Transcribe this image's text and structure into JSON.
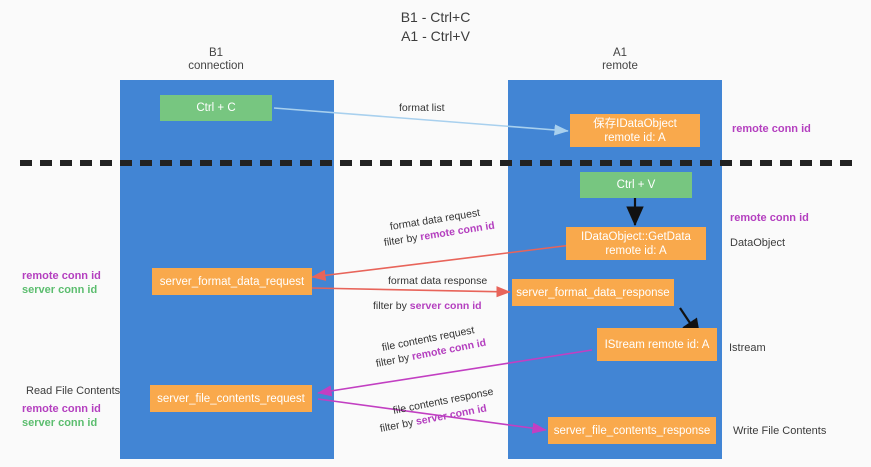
{
  "title": "B1 - Ctrl+C\nA1 - Ctrl+V",
  "colors": {
    "lane": "#4285d4",
    "node_orange": "#f9a94c",
    "node_green": "#77c680",
    "remote_conn_id": "#b43fbf",
    "server_conn_id": "#5bbd6e",
    "arrow_format_list": "#a8d0ee",
    "arrow_format_data": "#e8645a",
    "arrow_file_contents": "#c councils"
  },
  "lanes": [
    {
      "name": "b1",
      "title": "B1\nconnection"
    },
    {
      "name": "a1",
      "title": "A1\nremote"
    }
  ],
  "nodes": {
    "ctrl_c": "Ctrl + C",
    "ctrl_v": "Ctrl + V",
    "save_idataobject": "保存IDataObject\nremote id: A",
    "idataobject_getdata": "IDataObject::GetData\nremote id: A",
    "istream": "IStream\nremote id: A",
    "server_format_data_request": "server_format_data_request",
    "server_format_data_response": "server_format_data_response",
    "server_file_contents_request": "server_file_contents_request",
    "server_file_contents_response": "server_file_contents_response"
  },
  "edges": {
    "format_list": "format list",
    "format_data_request": "format data request",
    "format_data_request_filter_prefix": "filter by ",
    "format_data_request_filter_key": "remote conn id",
    "format_data_response": "format data response",
    "format_data_response_filter_prefix": "filter by ",
    "format_data_response_filter_key": "server conn id",
    "file_contents_request": "file contents request",
    "file_contents_request_filter_prefix": "filter by ",
    "file_contents_request_filter_key": "remote conn id",
    "file_contents_response": "file contents response",
    "file_contents_response_filter_prefix": "filter by ",
    "file_contents_response_filter_key": "server conn id"
  },
  "annotations": {
    "right_top_remote_conn_id": "remote conn id",
    "right_mid_remote_conn_id": "remote conn id",
    "right_dataobject": "DataObject",
    "right_istream": "Istream",
    "right_write_file_contents": "Write File Contents",
    "left_remote_conn_id": "remote conn id",
    "left_server_conn_id": "server conn id",
    "left_read_file_contents": "Read File Contents",
    "left_bottom_remote_conn_id": "remote conn id",
    "left_bottom_server_conn_id": "server conn id"
  }
}
